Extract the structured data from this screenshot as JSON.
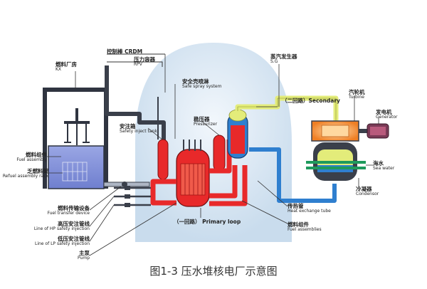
{
  "labels": {
    "crdm": {
      "cn": "控制棒 CRDM",
      "en": ""
    },
    "rpv": {
      "cn": "压力容器",
      "en": "RPV"
    },
    "kx": {
      "cn": "燃料厂房",
      "en": "KX"
    },
    "spray": {
      "cn": "安全壳喷淋",
      "en": "Safe spray system"
    },
    "pressurizer": {
      "cn": "稳压器",
      "en": "Pressurizer"
    },
    "inject_tank": {
      "cn": "安注箱",
      "en": "Safety inject tank"
    },
    "sg": {
      "cn": "蒸汽发生器",
      "en": "S.G"
    },
    "secondary": {
      "cn": "（二回路）Secondary",
      "en": ""
    },
    "turbine": {
      "cn": "汽轮机",
      "en": "Turbine"
    },
    "generator": {
      "cn": "发电机",
      "en": "Generator"
    },
    "seawater": {
      "cn": "海水",
      "en": "Sea water"
    },
    "condensor": {
      "cn": "冷凝器",
      "en": "Condensor"
    },
    "fuel_assembly": {
      "cn": "燃料组件",
      "en": "Fuel assembly"
    },
    "refuel_rack": {
      "cn": "乏燃料架",
      "en": "Refuel assembly rack"
    },
    "transfer": {
      "cn": "燃料传输设备",
      "en": "Fuel transfer device"
    },
    "hp": {
      "cn": "高压安注管线",
      "en": "Line of HP safety injection"
    },
    "lp": {
      "cn": "低压安注管线",
      "en": "Line of LP safety injection"
    },
    "pump": {
      "cn": "主泵",
      "en": "Pump"
    },
    "primary": {
      "cn": "（一回路） Primary loop",
      "en": ""
    },
    "heat_tube": {
      "cn": "传热管",
      "en": "Heat exchange tube"
    },
    "fuel_assemblies": {
      "cn": "燃料组件",
      "en": "Fuel assemblies"
    }
  },
  "caption": "图1-3 压水堆核电厂示意图",
  "colors": {
    "primary_loop": "#e8292a",
    "secondary_steam": "#e3ec7a",
    "feedwater": "#2f7fcf",
    "seawater": "#1f9a5c",
    "containment": "#d6e6f4",
    "pool": "#7c8cd6",
    "steel": "#3a3f4a",
    "turbine": "#f08a2c"
  }
}
